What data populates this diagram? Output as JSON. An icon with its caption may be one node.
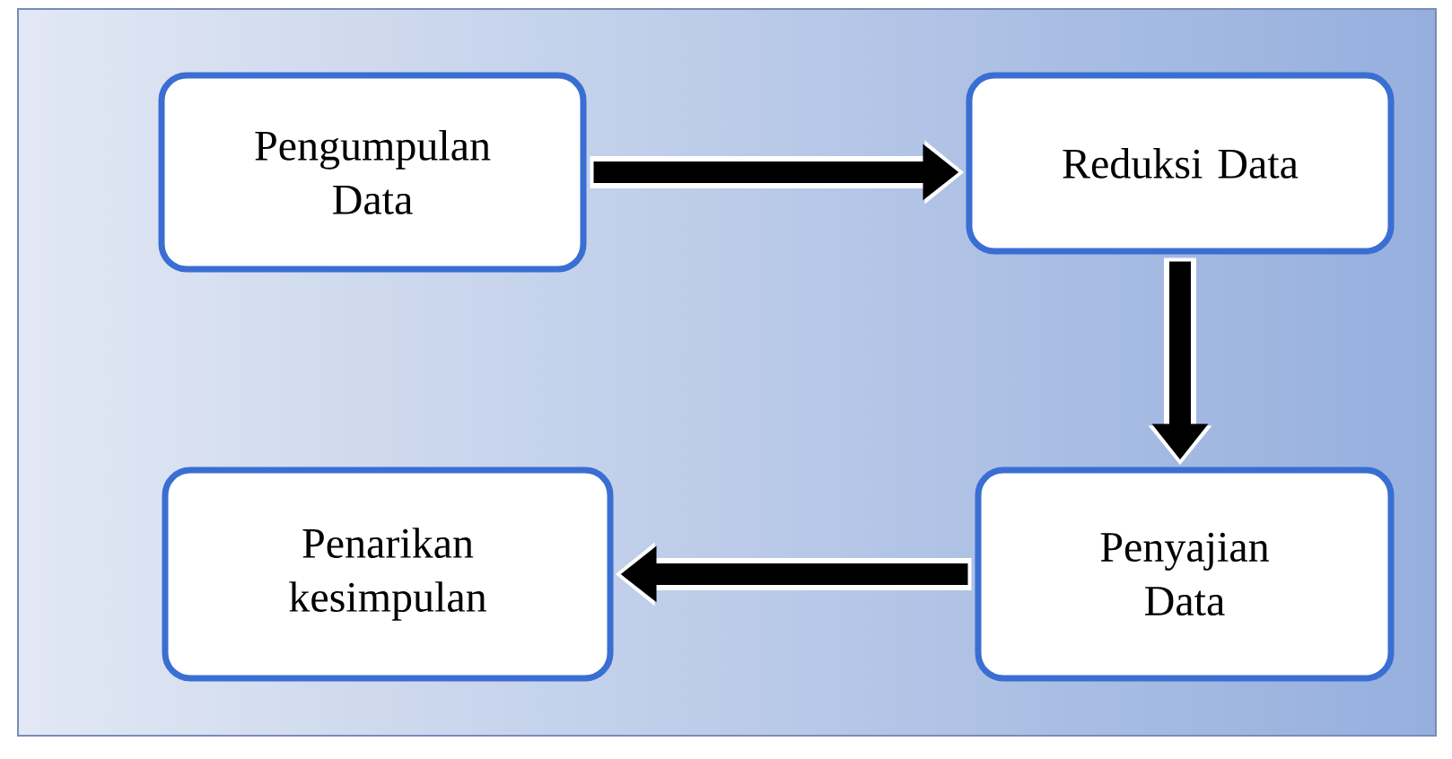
{
  "diagram": {
    "nodes": [
      {
        "text": [
          "Pengumpulan Data"
        ]
      },
      {
        "text": [
          "Reduksi Data"
        ]
      },
      {
        "text": [
          "Penarikan kesimpulan"
        ]
      },
      {
        "text": [
          "Penyajian Data"
        ]
      }
    ],
    "edges": [
      {
        "from": 0,
        "to": 1,
        "arrow": "to"
      },
      {
        "from": 1,
        "to": 3,
        "arrow": "to"
      },
      {
        "from": 3,
        "to": 2,
        "arrow": "to"
      }
    ]
  }
}
